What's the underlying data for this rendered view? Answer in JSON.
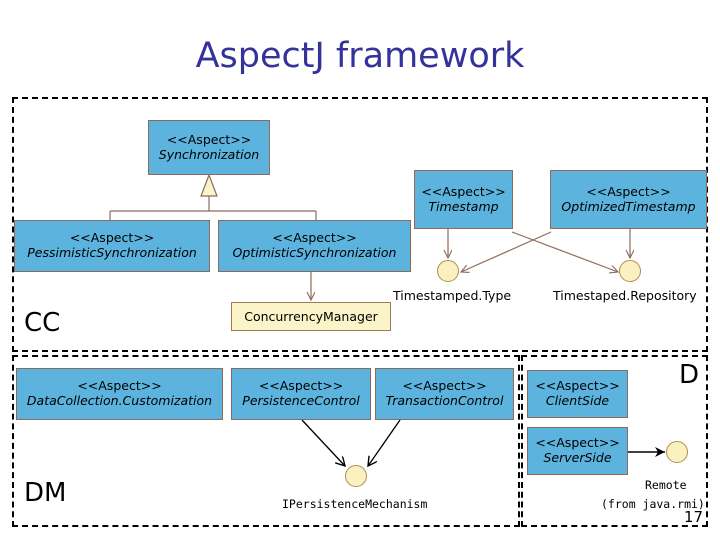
{
  "slide": {
    "title": "AspectJ framework",
    "title_color": "#333399",
    "page_number": "17",
    "background": "#ffffff"
  },
  "colors": {
    "aspect_fill": "#5CB3DD",
    "aspect_border": "#8C6A5C",
    "class_fill": "#FAF4C8",
    "class_border": "#A07A55",
    "interface_fill": "#FAF0C0",
    "interface_border": "#B08E52",
    "connector": "#8C6A5C",
    "connector_dark": "#000000",
    "region_border": "#000000"
  },
  "regions": [
    {
      "id": "cc",
      "label": "CC"
    },
    {
      "id": "dm",
      "label": "DM"
    },
    {
      "id": "d",
      "label": "D"
    }
  ],
  "aspects": {
    "stereotype": "<<Aspect>>",
    "synchronization": {
      "stereotype": "<<Aspect>>",
      "name": "Synchronization"
    },
    "pessimistic_synchronization": {
      "stereotype": "<<Aspect>>",
      "name": "PessimisticSynchronization"
    },
    "optimistic_synchronization": {
      "stereotype": "<<Aspect>>",
      "name": "OptimisticSynchronization"
    },
    "timestamp": {
      "stereotype": "<<Aspect>>",
      "name": "Timestamp"
    },
    "optimized_timestamp": {
      "stereotype": "<<Aspect>>",
      "name": "OptimizedTimestamp"
    },
    "data_collection_customization": {
      "stereotype": "<<Aspect>>",
      "name": "DataCollection.Customization"
    },
    "persistence_control": {
      "stereotype": "<<Aspect>>",
      "name": "PersistenceControl"
    },
    "transaction_control": {
      "stereotype": "<<Aspect>>",
      "name": "TransactionControl"
    },
    "client_side": {
      "stereotype": "<<Aspect>>",
      "name": "ClientSide"
    },
    "server_side": {
      "stereotype": "<<Aspect>>",
      "name": "ServerSide"
    }
  },
  "classes": {
    "concurrency_manager": {
      "name": "ConcurrencyManager"
    }
  },
  "interfaces": {
    "timestamped_type": {
      "name": "Timestamped.Type"
    },
    "timestaped_repository": {
      "name": "Timestaped.Repository"
    },
    "ipersistence_mechanism": {
      "name": "IPersistenceMechanism"
    },
    "remote": {
      "name": "Remote",
      "package": "(from java.rmi)"
    }
  }
}
